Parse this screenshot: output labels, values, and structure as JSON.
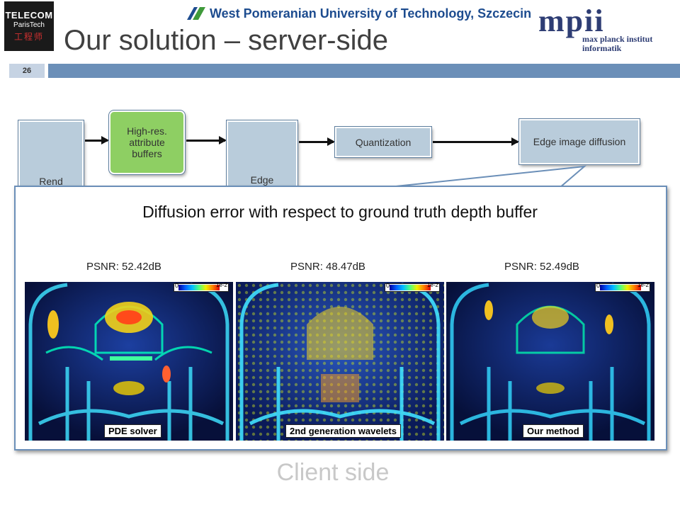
{
  "header": {
    "title": "Our solution – server-side",
    "page_number": "26",
    "logo_telecom": {
      "line1": "TELECOM",
      "line2": "ParisTech",
      "line3": "工程师"
    },
    "logo_zut": "West Pomeranian University of Technology, Szczecin",
    "logo_mpi": {
      "mark": "mpii",
      "line1": "max planck institut",
      "line2": "informatik"
    }
  },
  "pipeline": {
    "render_partial": "Rend",
    "high_res": "High-res. attribute buffers",
    "edge_partial": "Edge",
    "quantization": "Quantization",
    "edge_diffusion": "Edge image diffusion"
  },
  "callout": {
    "heading": "Diffusion error with respect to ground truth depth buffer",
    "panels": [
      {
        "psnr": "PSNR: 52.42dB",
        "label": "PDE solver",
        "scale_lo": "0",
        "scale_hi": "1e-2"
      },
      {
        "psnr": "PSNR: 48.47dB",
        "label": "2nd generation wavelets",
        "scale_lo": "0",
        "scale_hi": "1e-2"
      },
      {
        "psnr": "PSNR: 52.49dB",
        "label": "Our method",
        "scale_lo": "0",
        "scale_hi": "1e-2"
      }
    ]
  },
  "footer": {
    "client_side": "Client side"
  },
  "colors": {
    "accent": "#6b8fb8",
    "box": "#b9ccdb",
    "green_box": "#8ecf63"
  }
}
